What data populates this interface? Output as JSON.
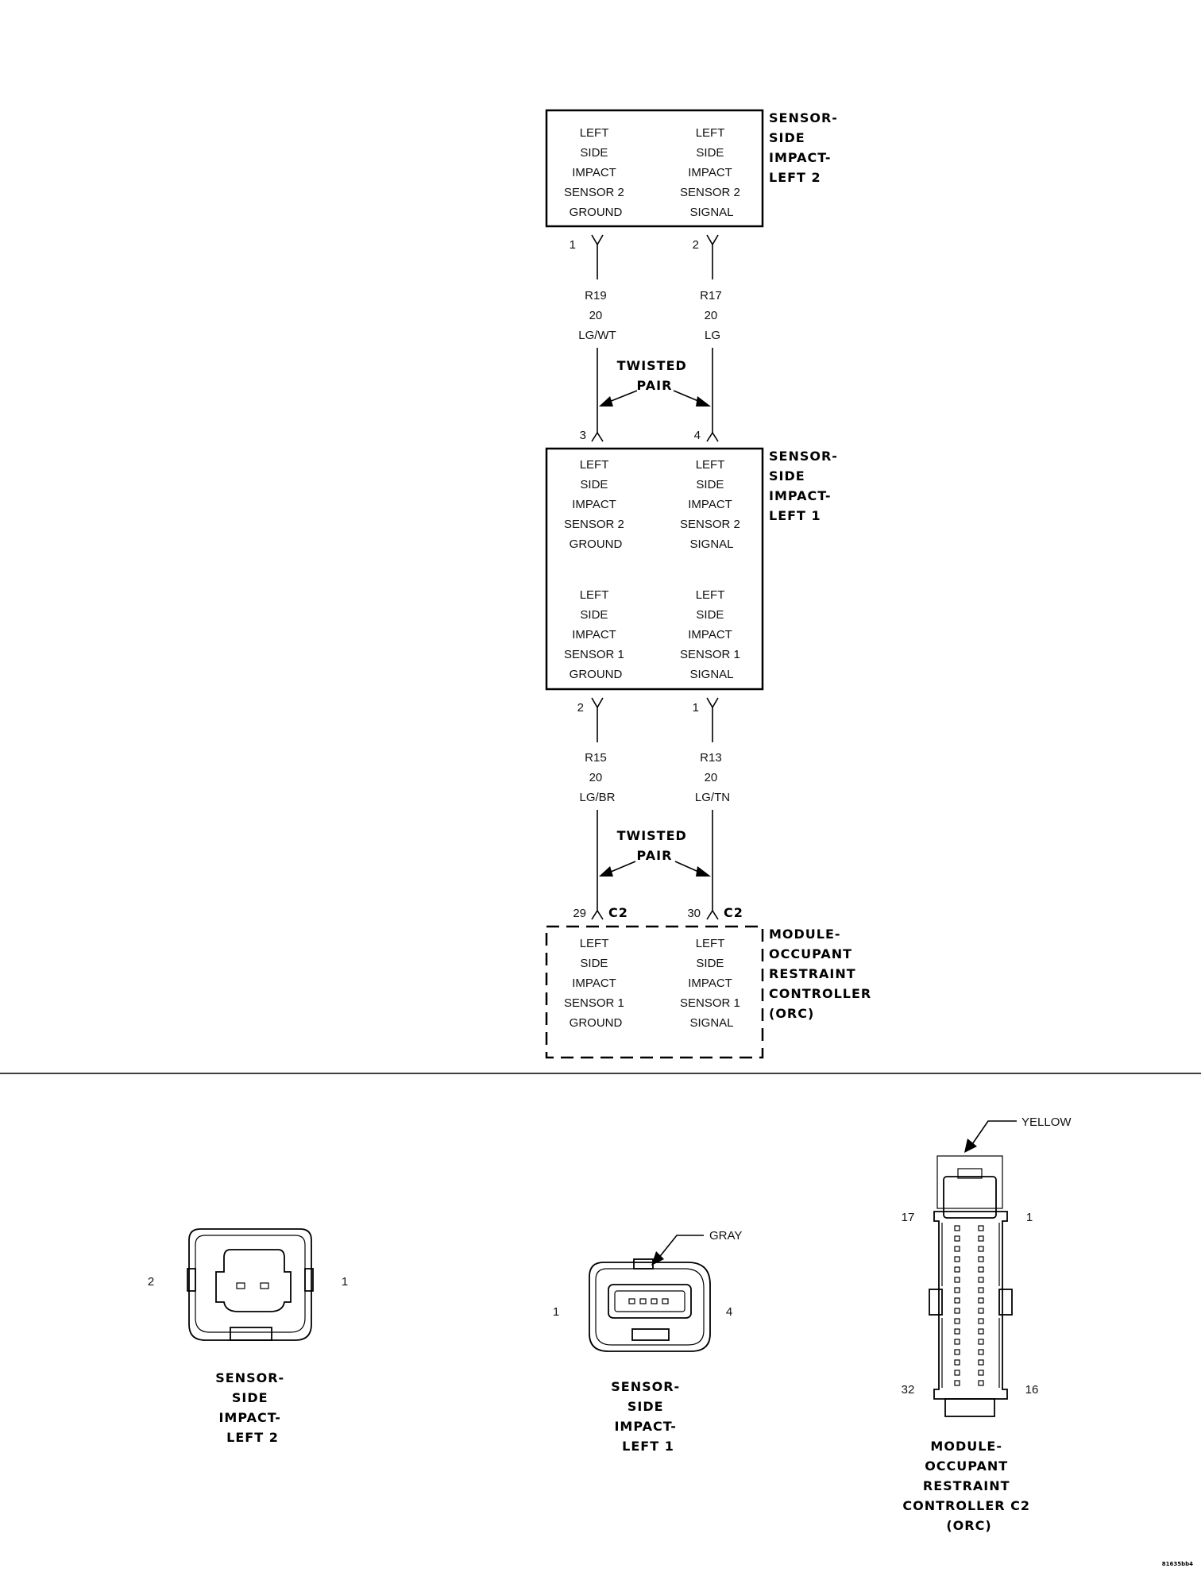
{
  "box_left2": {
    "title": [
      "SENSOR-",
      "SIDE",
      "IMPACT-",
      "LEFT 2"
    ],
    "left_pin_text": [
      "LEFT",
      "SIDE",
      "IMPACT",
      "SENSOR 2",
      "GROUND"
    ],
    "right_pin_text": [
      "LEFT",
      "SIDE",
      "IMPACT",
      "SENSOR 2",
      "SIGNAL"
    ],
    "pin_a": "1",
    "pin_b": "2"
  },
  "wires_upper": {
    "left": [
      "R19",
      "20",
      "LG/WT"
    ],
    "right": [
      "R17",
      "20",
      "LG"
    ],
    "twisted": [
      "TWISTED",
      "PAIR"
    ]
  },
  "box_left1": {
    "title": [
      "SENSOR-",
      "SIDE",
      "IMPACT-",
      "LEFT 1"
    ],
    "top_pin_a": "3",
    "top_pin_b": "4",
    "group1_left": [
      "LEFT",
      "SIDE",
      "IMPACT",
      "SENSOR 2",
      "GROUND"
    ],
    "group1_right": [
      "LEFT",
      "SIDE",
      "IMPACT",
      "SENSOR 2",
      "SIGNAL"
    ],
    "group2_left": [
      "LEFT",
      "SIDE",
      "IMPACT",
      "SENSOR 1",
      "GROUND"
    ],
    "group2_right": [
      "LEFT",
      "SIDE",
      "IMPACT",
      "SENSOR 1",
      "SIGNAL"
    ],
    "bottom_pin_a": "2",
    "bottom_pin_b": "1"
  },
  "wires_lower": {
    "left": [
      "R15",
      "20",
      "LG/BR"
    ],
    "right": [
      "R13",
      "20",
      "LG/TN"
    ],
    "twisted": [
      "TWISTED",
      "PAIR"
    ]
  },
  "box_orc": {
    "title": [
      "MODULE-",
      "OCCUPANT",
      "RESTRAINT",
      "CONTROLLER",
      "(ORC)"
    ],
    "pin_a": "29",
    "pin_b": "30",
    "connector": "C2",
    "left_pin_text": [
      "LEFT",
      "SIDE",
      "IMPACT",
      "SENSOR 1",
      "GROUND"
    ],
    "right_pin_text": [
      "LEFT",
      "SIDE",
      "IMPACT",
      "SENSOR 1",
      "SIGNAL"
    ]
  },
  "connectors": {
    "left2": {
      "pin_left": "2",
      "pin_right": "1",
      "label": [
        "SENSOR-",
        "SIDE",
        "IMPACT-",
        "LEFT 2"
      ]
    },
    "left1": {
      "color": "GRAY",
      "pin_left": "1",
      "pin_right": "4",
      "label": [
        "SENSOR-",
        "SIDE",
        "IMPACT-",
        "LEFT 1"
      ]
    },
    "orc": {
      "color": "YELLOW",
      "pin_tl": "17",
      "pin_tr": "1",
      "pin_bl": "32",
      "pin_br": "16",
      "label": [
        "MODULE-",
        "OCCUPANT",
        "RESTRAINT",
        "CONTROLLER C2",
        "(ORC)"
      ]
    }
  },
  "figure_id": "81635bb4"
}
